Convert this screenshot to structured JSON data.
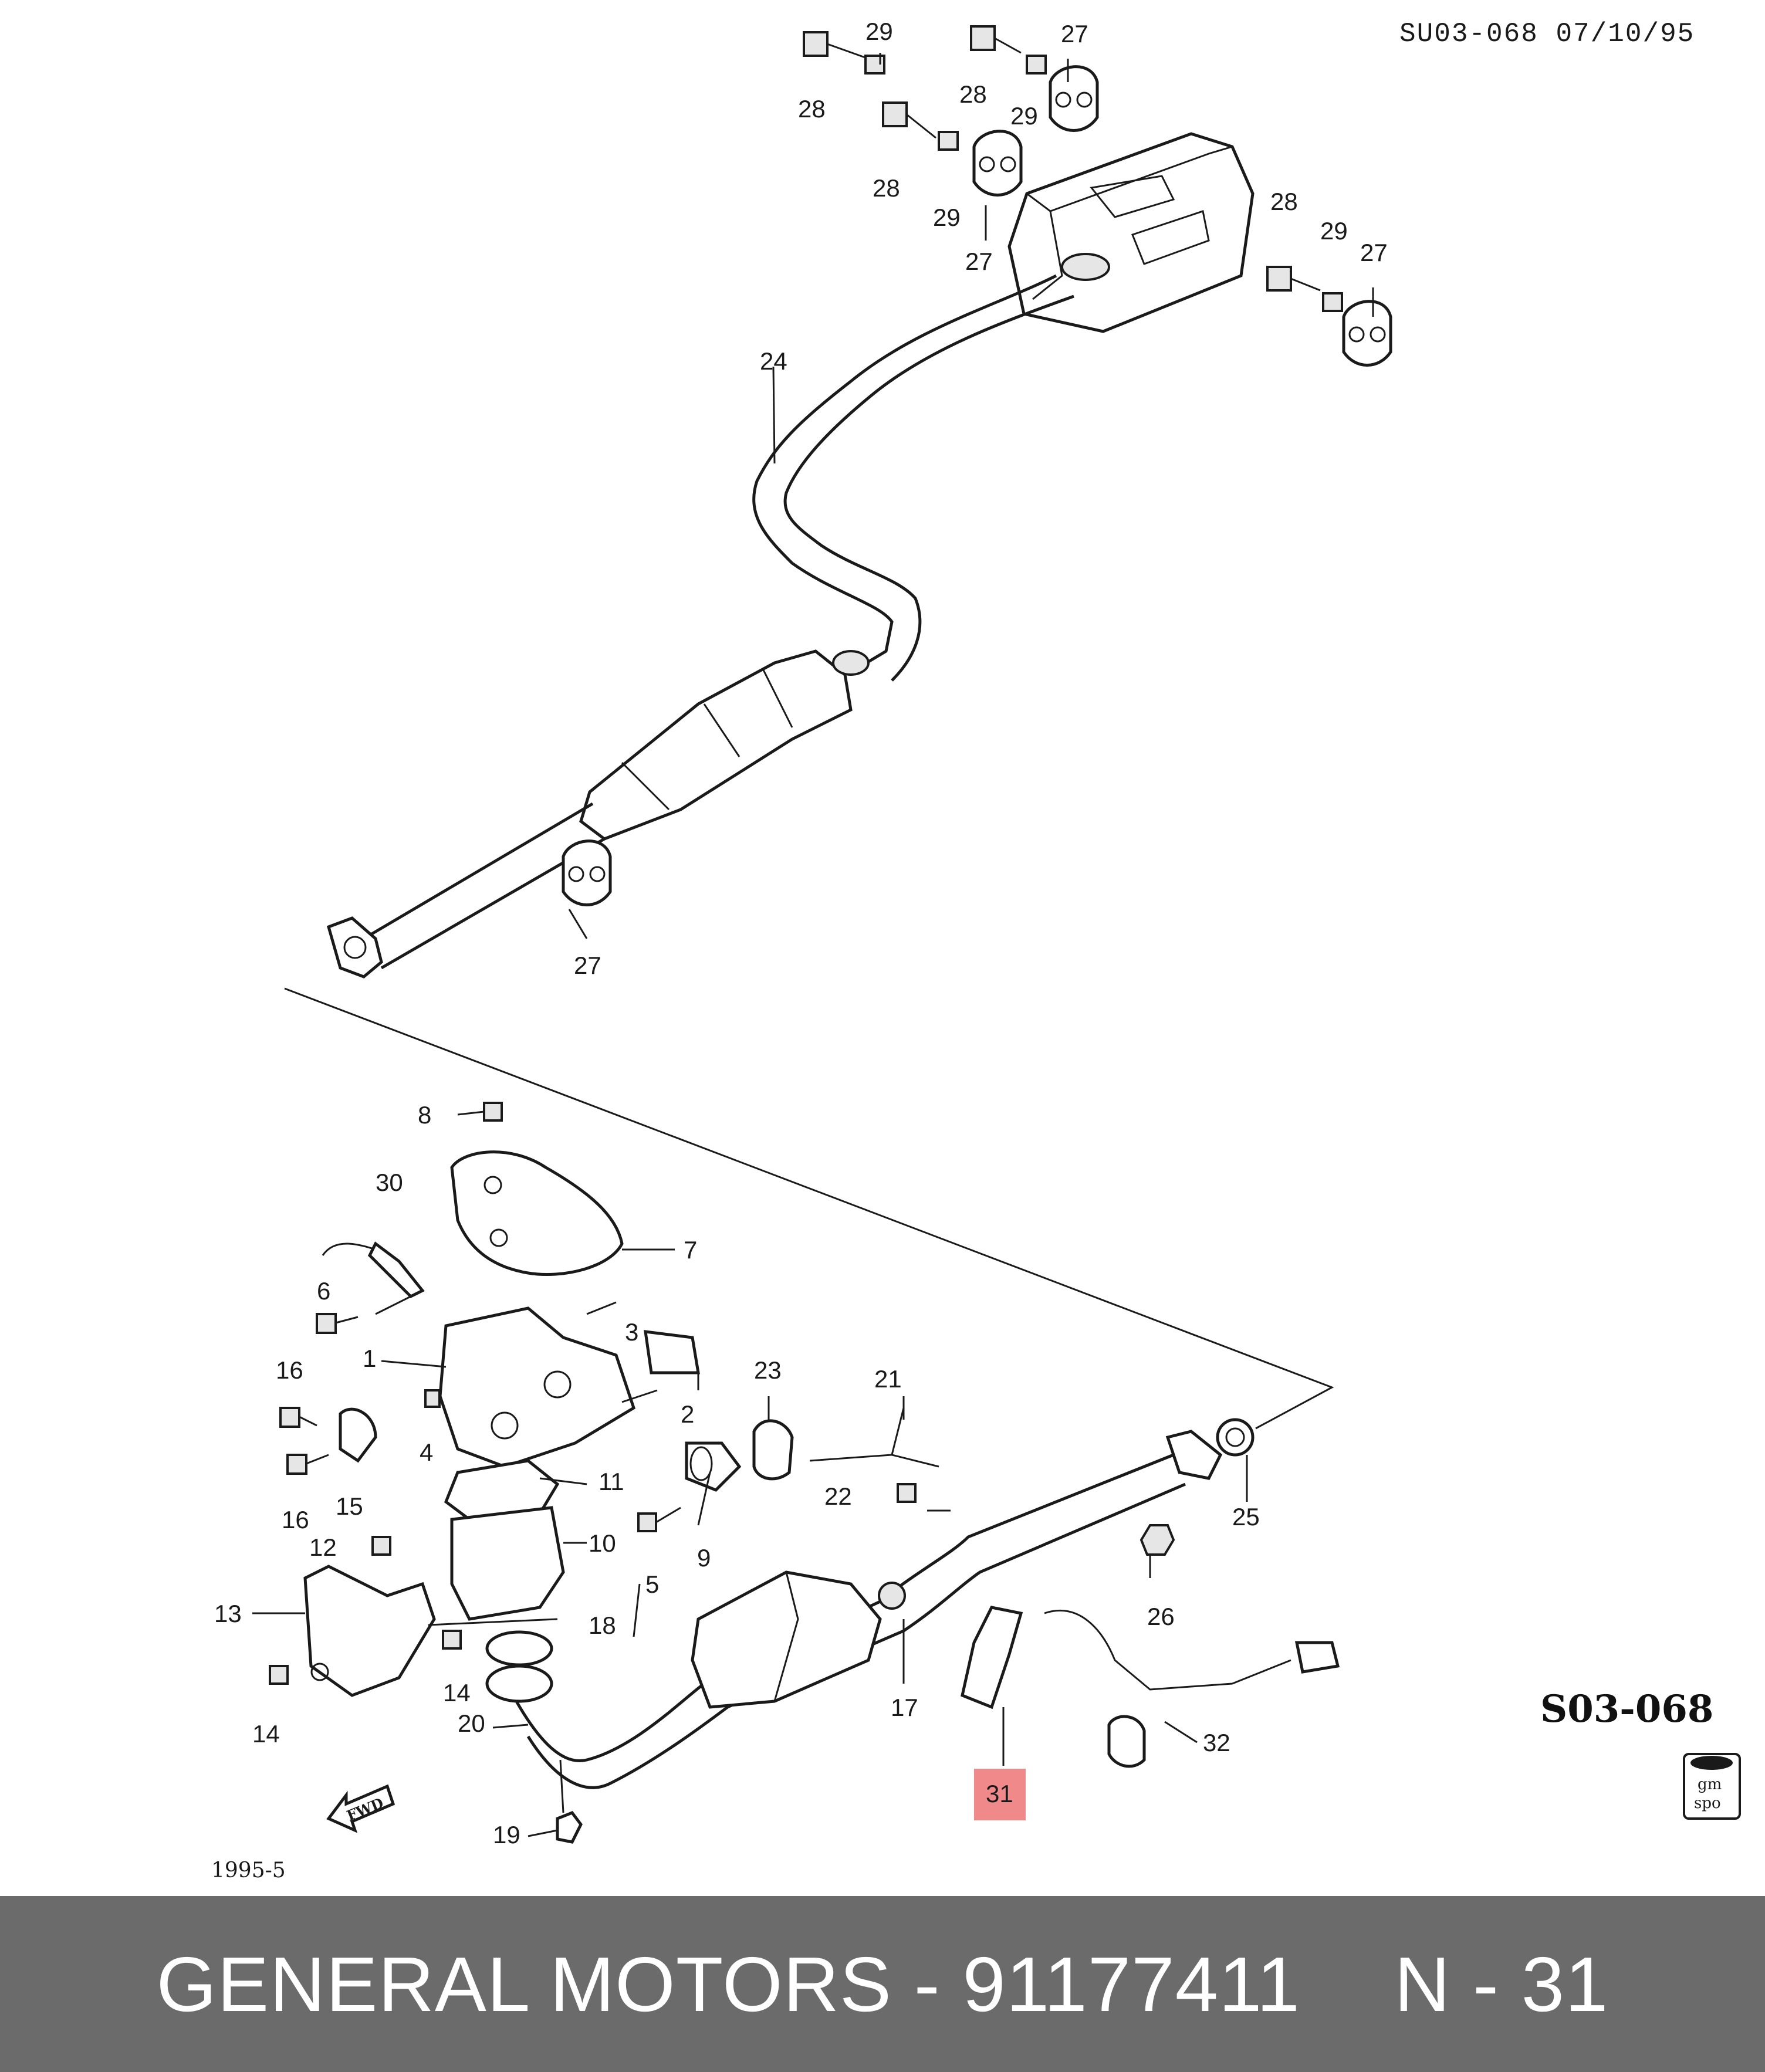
{
  "header": {
    "sheet_code": "SU03-068 07/10/95"
  },
  "diagram": {
    "date_code": "1995-5",
    "section_code": "S03-068",
    "fwd_label": "FWD",
    "badge_top": "gm",
    "badge_bottom": "spo",
    "highlighted_part": "31",
    "callouts": {
      "c29a": "29",
      "c28a": "28",
      "c28b": "28",
      "c29b": "29",
      "c27a": "27",
      "c28c": "28",
      "c29c": "29",
      "c27b": "27",
      "c28d": "28",
      "c29d": "29",
      "c27c": "27",
      "c24": "24",
      "c27d": "27",
      "c8": "8",
      "c30": "30",
      "c7": "7",
      "c6": "6",
      "c1": "1",
      "c3": "3",
      "c16a": "16",
      "c2": "2",
      "c23": "23",
      "c21": "21",
      "c4": "4",
      "c11": "11",
      "c16b": "16",
      "c15": "15",
      "c22": "22",
      "c25": "25",
      "c12": "12",
      "c10": "10",
      "c9": "9",
      "c5": "5",
      "c26": "26",
      "c13": "13",
      "c18": "18",
      "c17": "17",
      "c14a": "14",
      "c14b": "14",
      "c20": "20",
      "c32": "32",
      "c31": "31",
      "c19": "19"
    }
  },
  "footer": {
    "brand_part": "GENERAL MOTORS - 91177411",
    "position": "N - 31"
  }
}
